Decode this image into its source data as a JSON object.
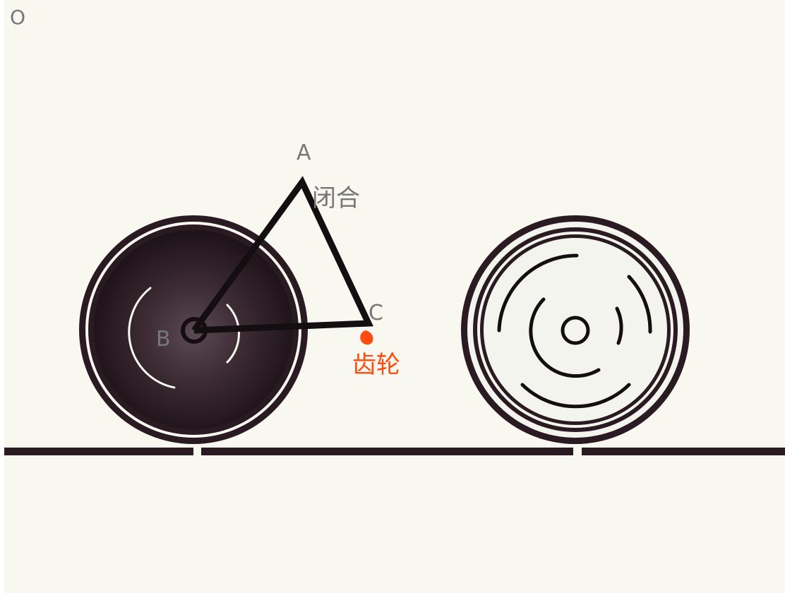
{
  "labels": {
    "corner": "O",
    "point_a": "A",
    "point_b": "B",
    "point_c": "C",
    "closure": "闭合",
    "gear": "齿轮"
  },
  "colors": {
    "background": "#f8f7f0",
    "dark": "#2a1a22",
    "triangle": "#140e10",
    "label_gray": "#777777",
    "accent": "#ff4a10",
    "light_wheel_fill": "#f4f4ef"
  }
}
